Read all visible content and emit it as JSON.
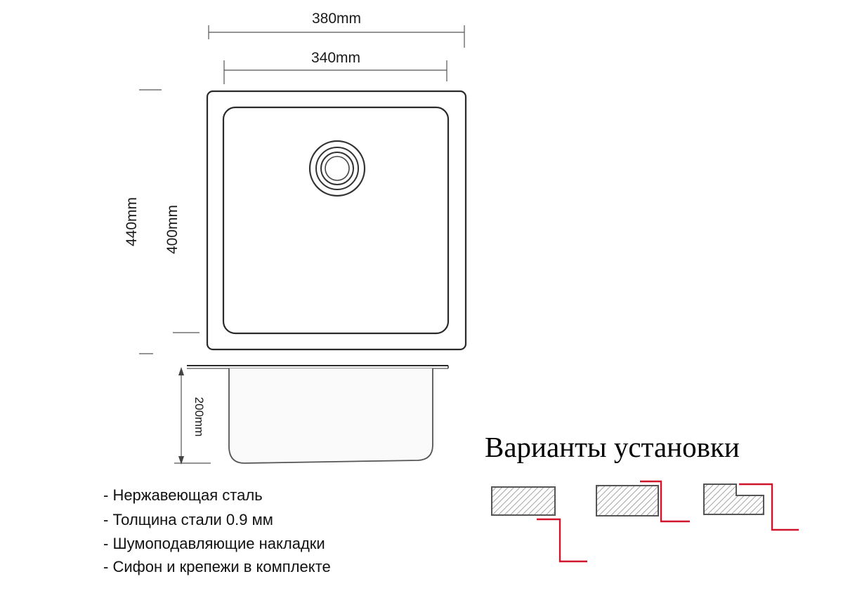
{
  "dimensions": {
    "outer_width": "380mm",
    "inner_width": "340mm",
    "outer_length": "440mm",
    "inner_length": "400mm",
    "depth": "200mm"
  },
  "install": {
    "title": "Варианты установки"
  },
  "features": [
    "- Нержавеющая сталь",
    "- Толщина стали 0.9 мм",
    "- Шумоподавляющие накладки",
    "- Сифон и крепежи в комплекте"
  ],
  "colors": {
    "line": "#2a2a2a",
    "accent": "#d0142c",
    "hatch": "#9a9a9a"
  }
}
